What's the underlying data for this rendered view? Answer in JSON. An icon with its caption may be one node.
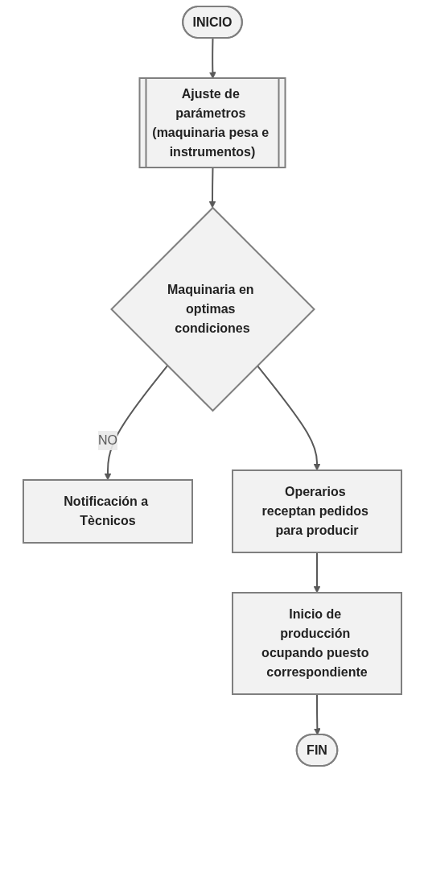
{
  "diagram": {
    "nodes": [
      {
        "text": [
          "INICIO"
        ]
      },
      {
        "text": [
          "Ajuste de parámetros (maquinaria pesa e instrumentos)"
        ]
      },
      {
        "text": [
          "Maquinaria en optimas condiciones"
        ]
      },
      {
        "text": [
          "Notificación a Tècnicos"
        ]
      },
      {
        "text": [
          "Operarios receptan pedidos para producir"
        ]
      },
      {
        "text": [
          "Inicio de producción ocupando puesto correspondiente"
        ]
      },
      {
        "text": [
          "FIN"
        ]
      }
    ],
    "edges": [
      {
        "from": 0,
        "to": 1,
        "arrow": "to"
      },
      {
        "from": 1,
        "to": 2,
        "arrow": "to"
      },
      {
        "from": 2,
        "to": 3,
        "arrow": "to",
        "label": "NO"
      },
      {
        "from": 2,
        "to": 4,
        "arrow": "to"
      },
      {
        "from": 4,
        "to": 5,
        "arrow": "to"
      },
      {
        "from": 5,
        "to": 6,
        "arrow": "to"
      }
    ]
  }
}
